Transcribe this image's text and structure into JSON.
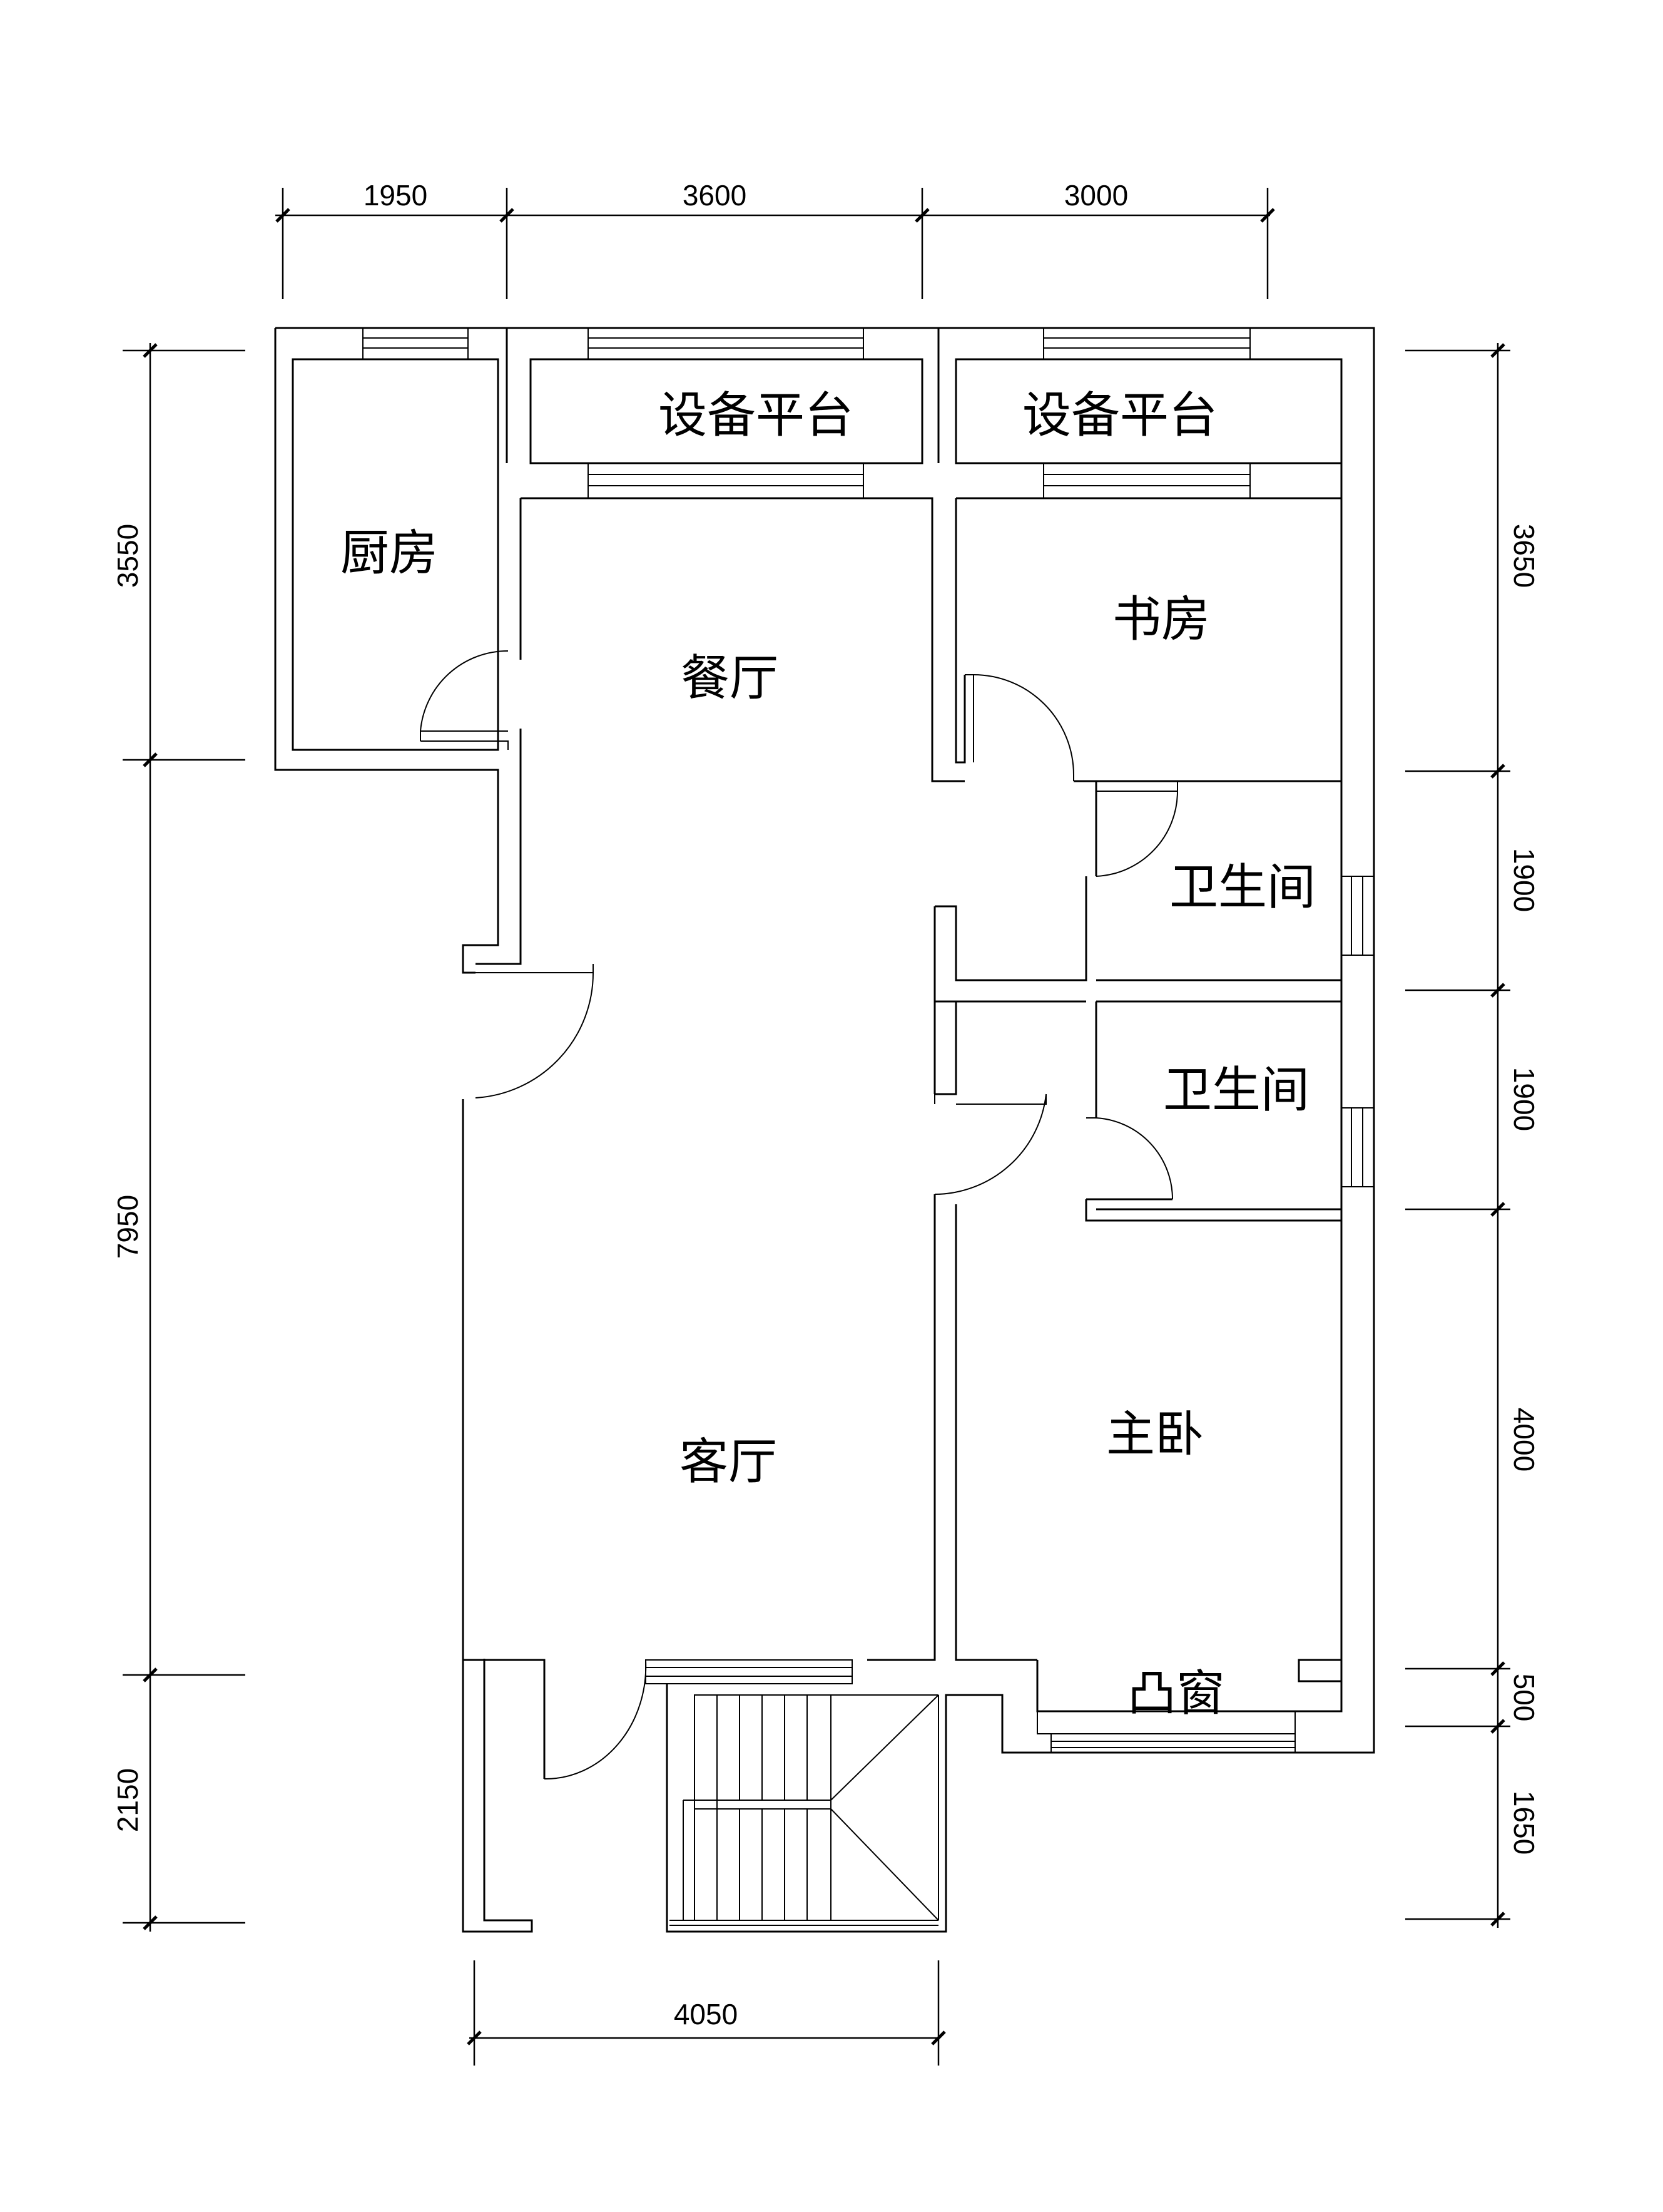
{
  "rooms": {
    "kitchen": "厨房",
    "equipment_platform_1": "设备平台",
    "equipment_platform_2": "设备平台",
    "dining_room": "餐厅",
    "study": "书房",
    "bathroom_1": "卫生间",
    "bathroom_2": "卫生间",
    "living_room": "客厅",
    "master_bedroom": "主卧",
    "bay_window": "凸窗"
  },
  "dimensions": {
    "top": [
      "1950",
      "3600",
      "3000"
    ],
    "left": [
      "3550",
      "7950",
      "2150"
    ],
    "right": [
      "3650",
      "1900",
      "1900",
      "4000",
      "500",
      "1650"
    ],
    "bottom": [
      "4050"
    ]
  }
}
